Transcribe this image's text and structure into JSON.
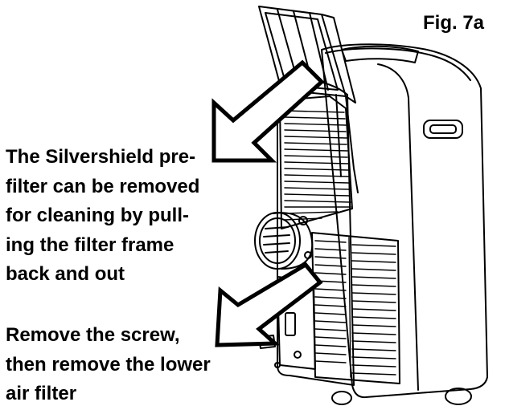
{
  "figure": {
    "label": "Fig. 7a"
  },
  "captions": {
    "prefilter": {
      "lines": [
        "The Silvershield pre-",
        "filter can be removed",
        "for cleaning by pull-",
        "ing the filter frame",
        "back and out"
      ]
    },
    "lower_filter": {
      "lines": [
        "Remove the screw,",
        "then remove the lower",
        "air filter"
      ]
    }
  },
  "colors": {
    "ink": "#000000",
    "paper": "#ffffff"
  }
}
